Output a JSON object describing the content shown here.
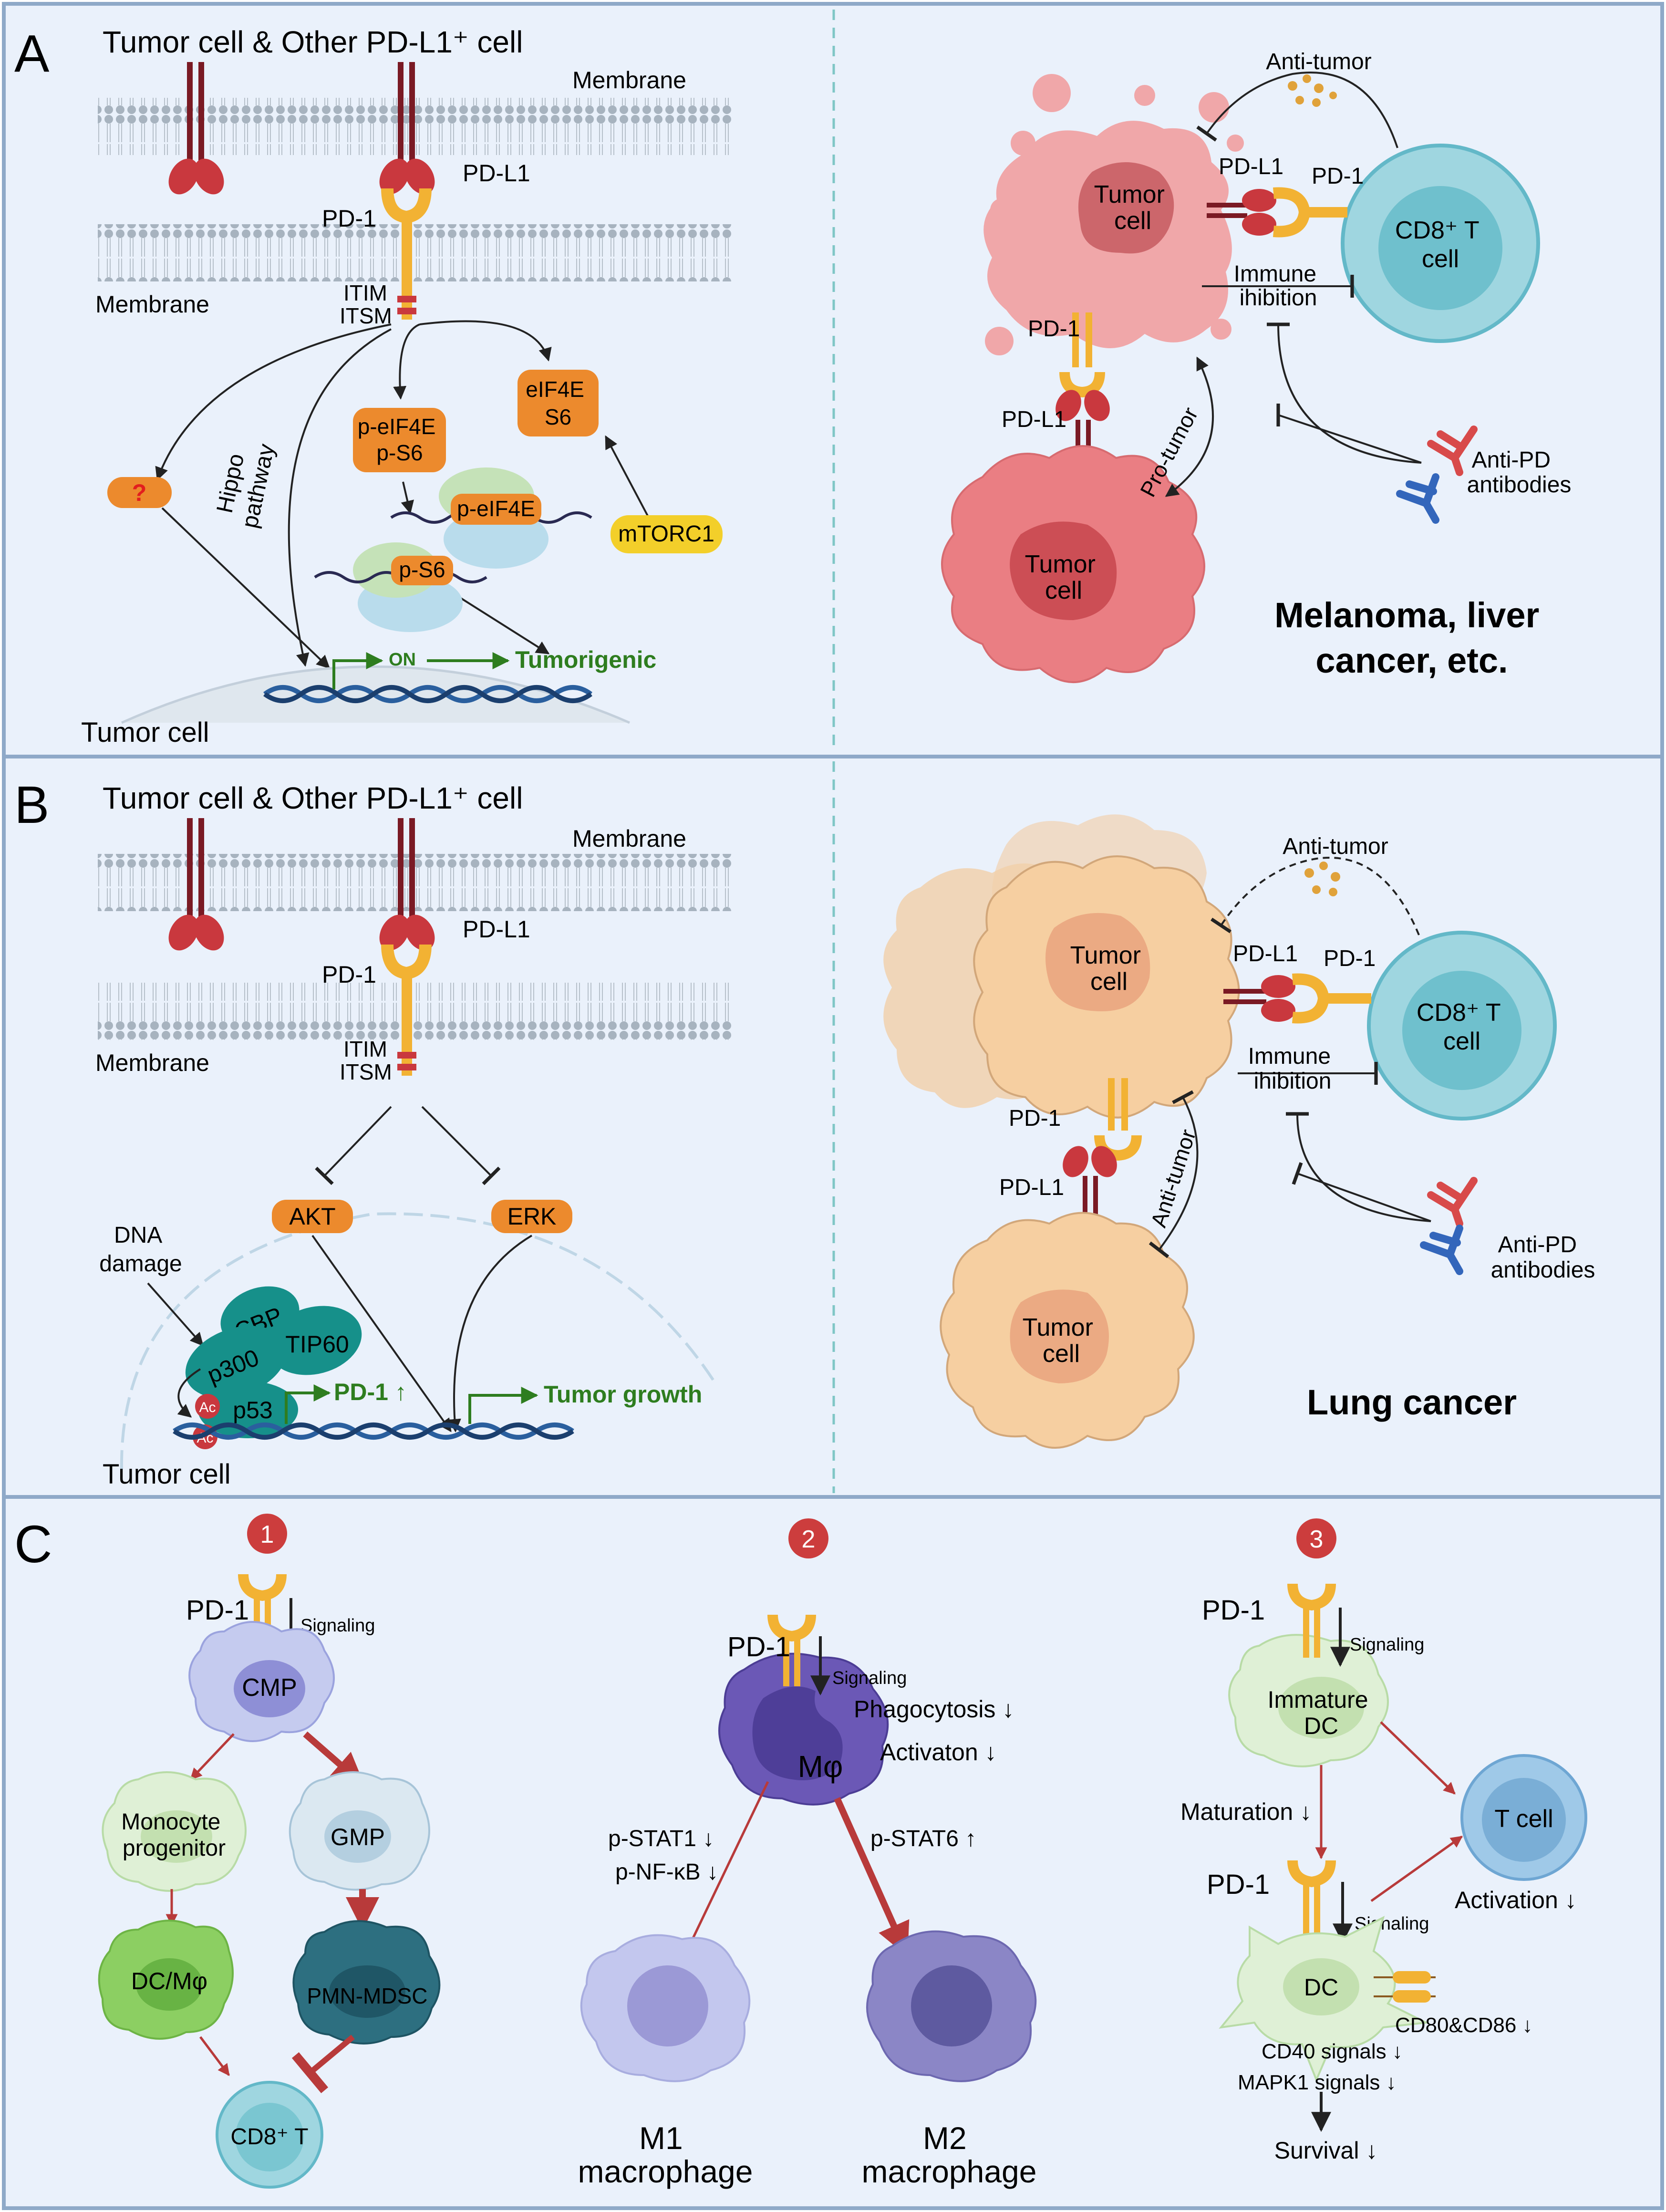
{
  "colors": {
    "panel_bg": "#eaf1fb",
    "panel_border": "#8fa9c8",
    "pd1": "#f2b233",
    "pdl1": "#c9383e",
    "stalk": "#7a1a24",
    "orange_box": "#ec8a2d",
    "mtorc1": "#f3cf2a",
    "teal": "#16908a",
    "arrow_red": "#b83a3a",
    "green_text": "#2e7d1f",
    "antibody_red": "#d84a4a",
    "antibody_blue": "#3366bb"
  },
  "panel_a": {
    "letter": "A",
    "title": "Tumor cell & Other PD-L1⁺ cell",
    "membrane_top": "Membrane",
    "membrane_bottom": "Membrane",
    "pdl1": "PD-L1",
    "pd1": "PD-1",
    "itim": "ITIM",
    "itsm": "ITSM",
    "unknown": "?",
    "hippo": [
      "Hippo",
      "pathway"
    ],
    "p_eif4e_box": [
      "p-eIF4E",
      "p-S6"
    ],
    "eif4e_box": [
      "eIF4E",
      "S6"
    ],
    "p_eif4e_ribo": "p-eIF4E",
    "p_s6_ribo": "p-S6",
    "mtorc1": "mTORC1",
    "on": "ON",
    "tumorigenic": "Tumorigenic",
    "nucleus": "Tumor cell",
    "anti_tumor": "Anti-tumor",
    "tumor_cell": [
      "Tumor",
      "cell"
    ],
    "pd_l1_right": "PD-L1",
    "pd_1_right": "PD-1",
    "cd8": [
      "CD8⁺ T",
      "cell"
    ],
    "immune_inhibition": [
      "Immune",
      "ihibition"
    ],
    "pd1_lower": "PD-1",
    "pdl1_lower": "PD-L1",
    "pro_tumor": "Pro-tumor",
    "anti_pd": [
      "Anti-PD",
      "antibodies"
    ],
    "tumor_cell_2": [
      "Tumor",
      "cell"
    ],
    "cancer_types": [
      "Melanoma, liver",
      "cancer, etc."
    ]
  },
  "panel_b": {
    "letter": "B",
    "title": "Tumor cell & Other PD-L1⁺ cell",
    "membrane_top": "Membrane",
    "membrane_bottom": "Membrane",
    "pdl1": "PD-L1",
    "pd1": "PD-1",
    "itim": "ITIM",
    "itsm": "ITSM",
    "akt": "AKT",
    "erk": "ERK",
    "dna_damage": [
      "DNA",
      "damage"
    ],
    "cbp": "CBP",
    "p300": "p300",
    "tip60": "TIP60",
    "p53": "p53",
    "ac": "Ac",
    "pd1_up": "PD-1 ↑",
    "tumor_growth": "Tumor growth",
    "nucleus": "Tumor cell",
    "anti_tumor": "Anti-tumor",
    "tumor_cell": [
      "Tumor",
      "cell"
    ],
    "pd_l1_right": "PD-L1",
    "pd_1_right": "PD-1",
    "cd8": [
      "CD8⁺ T",
      "cell"
    ],
    "immune_inhibition": [
      "Immune",
      "ihibition"
    ],
    "pd1_lower": "PD-1",
    "pdl1_lower": "PD-L1",
    "anti_tumor_arc": "Anti-tumor",
    "anti_pd": [
      "Anti-PD",
      "antibodies"
    ],
    "tumor_cell_2": [
      "Tumor",
      "cell"
    ],
    "cancer_type": "Lung cancer"
  },
  "panel_c": {
    "letter": "C",
    "n1": "1",
    "n2": "2",
    "n3": "3",
    "c1": {
      "pd1": "PD-1",
      "signaling": "Signaling",
      "cmp": "CMP",
      "monocyte": [
        "Monocyte",
        "progenitor"
      ],
      "gmp": "GMP",
      "dc_mphi": "DC/Mφ",
      "pmn_mdsc": "PMN-MDSC",
      "cd8": "CD8⁺ T"
    },
    "c2": {
      "pd1": "PD-1",
      "signaling": "Signaling",
      "mphi": "Mφ",
      "phagocytosis": "Phagocytosis ↓",
      "activation": "Activaton ↓",
      "pstat1": "p-STAT1 ↓",
      "pnfkb": "p-NF-κB ↓",
      "pstat6": "p-STAT6 ↑",
      "m1": [
        "M1",
        "macrophage"
      ],
      "m2": [
        "M2",
        "macrophage"
      ]
    },
    "c3": {
      "pd1_top": "PD-1",
      "signaling_top": "Signaling",
      "immature": [
        "Immature",
        "DC"
      ],
      "maturation": "Maturation ↓",
      "tcell": "T cell",
      "pd1_bottom": "PD-1",
      "signaling_bottom": "Signaling",
      "activation": "Activation ↓",
      "dc": "DC",
      "cd80": "CD80&CD86 ↓",
      "cd40": "CD40 signals ↓",
      "mapk1": "MAPK1 signals ↓",
      "survival": "Survival ↓"
    }
  }
}
